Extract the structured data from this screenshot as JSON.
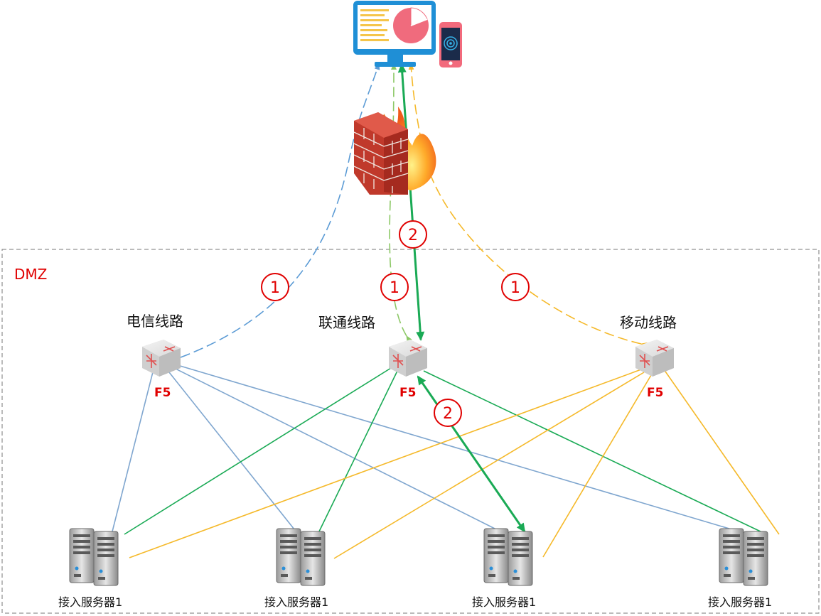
{
  "zone": {
    "label": "DMZ"
  },
  "lines": [
    {
      "label": "电信线路",
      "device": "F5",
      "color": "#5b9bd5"
    },
    {
      "label": "联通线路",
      "device": "F5",
      "color": "#1aaa55"
    },
    {
      "label": "移动线路",
      "device": "F5",
      "color": "#f5b92a"
    }
  ],
  "servers": [
    {
      "label": "接入服务器1"
    },
    {
      "label": "接入服务器1"
    },
    {
      "label": "接入服务器1"
    },
    {
      "label": "接入服务器1"
    }
  ],
  "steps": [
    {
      "label": "1"
    },
    {
      "label": "1"
    },
    {
      "label": "1"
    },
    {
      "label": "2"
    },
    {
      "label": "2"
    }
  ],
  "icons": {
    "client": "monitor-chart-icon",
    "mobile": "smartphone-icon",
    "firewall": "firewall-icon",
    "switch": "f5-switch-icon",
    "server": "server-icon"
  },
  "colors": {
    "blue_path": "#5b9bd5",
    "green_path": "#1aaa55",
    "lightgreen_path": "#8cc866",
    "yellow_path": "#f5b92a",
    "step": "#e00000"
  }
}
